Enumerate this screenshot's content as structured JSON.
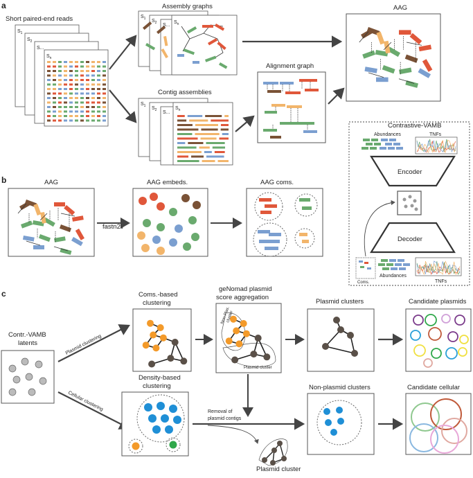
{
  "panels": {
    "a": "a",
    "b": "b",
    "c": "c"
  },
  "a": {
    "short_reads": "Short paired-end reads",
    "assembly_graphs": "Assembly graphs",
    "contig_assemblies": "Contig assemblies",
    "alignment_graph": "Alignment graph",
    "aag": "AAG",
    "s1": "S",
    "s1_sub": "1",
    "s2": "S",
    "s2_sub": "2",
    "s_dots": "S...",
    "sn": "S",
    "sn_sub": "n"
  },
  "vamb": {
    "title": "Contrastive-VAMB",
    "abundances_top": "Abundances",
    "tnfs_top": "TNFs",
    "encoder": "Encoder",
    "decoder": "Decoder",
    "coms": "Coms.",
    "abundances_bottom": "Abundances",
    "tnfs_bottom": "TNFs"
  },
  "b": {
    "aag": "AAG",
    "embeds": "AAG embeds.",
    "coms": "AAG coms.",
    "fastn2v": "fastn2v"
  },
  "c": {
    "latents_l1": "Contr.-VAMB",
    "latents_l2": "latents",
    "plasmid_clustering": "Plasmid clustering",
    "cellular_clustering": "Cellular clustering",
    "coms_based_l1": "Coms.-based",
    "coms_based_l2": "clustering",
    "genomad_l1": "geNomad plasmid",
    "genomad_l2": "score aggregation",
    "non_plasmid_cluster_l1": "Non-Plas.",
    "non_plasmid_cluster_l2": "cluster",
    "plasmid_cluster_inner": "Plasmid cluster",
    "plasmid_clusters": "Plasmid clusters",
    "candidate_plasmids": "Candidate plasmids",
    "density_l1": "Density-based",
    "density_l2": "clustering",
    "removal_l1": "Removal of",
    "removal_l2": "plasmid contigs",
    "non_plasmid_clusters": "Non-plasmid clusters",
    "candidate_cellular": "Candidate cellular",
    "plasmid_cluster_bottom": "Plasmid cluster"
  },
  "colors": {
    "green": "#6aaa6e",
    "blue": "#7b9fd0",
    "orange": "#f2b56b",
    "red": "#e0573a",
    "brown": "#7a5236",
    "gray_node": "#5a5048",
    "orange_node": "#f39a2a",
    "blue_node": "#1f8fd6",
    "green_node": "#2fa84a"
  }
}
